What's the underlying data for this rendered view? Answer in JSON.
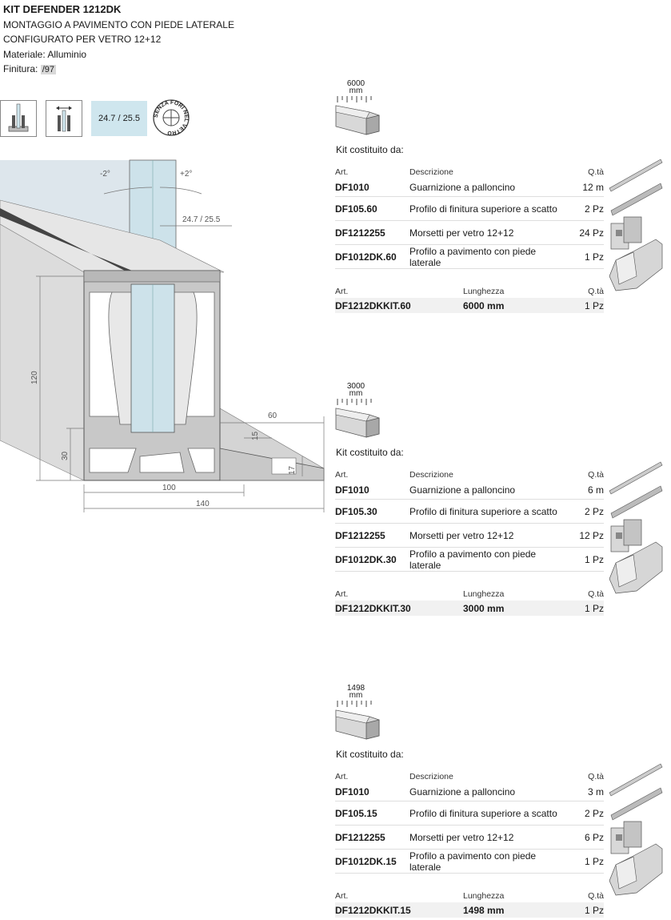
{
  "header": {
    "title": "KIT DEFENDER 1212DK",
    "line1": "MONTAGGIO A PAVIMENTO CON PIEDE LATERALE",
    "line2": "CONFIGURATO PER VETRO 12+12",
    "material": "Materiale: Alluminio",
    "finish_label": "Finitura:",
    "finish_code": "/97"
  },
  "icons": {
    "range_tag": "24.7 / 25.5",
    "badge_text": "SENZA FORI NEL VETRO"
  },
  "drawing": {
    "angle_left": "-2°",
    "angle_right": "+2°",
    "gap": "24.7 / 25.5",
    "h120": "120",
    "h30": "30",
    "d60": "60",
    "d15": "15",
    "d17": "17",
    "w100": "100",
    "w140": "140"
  },
  "kits": [
    {
      "length_label": "6000",
      "unit": "mm",
      "kit_label": "Kit costituito da:",
      "headers": {
        "art": "Art.",
        "desc": "Descrizione",
        "qty": "Q.tà"
      },
      "items": [
        {
          "art": "DF1010",
          "desc": "Guarnizione a palloncino",
          "qty": "12 m"
        },
        {
          "art": "DF105.60",
          "desc": "Profilo di finitura superiore a scatto",
          "qty": "2 Pz"
        },
        {
          "art": "DF1212255",
          "desc": "Morsetti per vetro 12+12",
          "qty": "24 Pz"
        },
        {
          "art": "DF1012DK.60",
          "desc": "Profilo a pavimento con piede laterale",
          "qty": "1 Pz"
        }
      ],
      "sum_headers": {
        "art": "Art.",
        "len": "Lunghezza",
        "qty": "Q.tà"
      },
      "summary": {
        "art": "DF1212DKKIT.60",
        "len": "6000 mm",
        "qty": "1 Pz"
      }
    },
    {
      "length_label": "3000",
      "unit": "mm",
      "kit_label": "Kit costituito da:",
      "headers": {
        "art": "Art.",
        "desc": "Descrizione",
        "qty": "Q.tà"
      },
      "items": [
        {
          "art": "DF1010",
          "desc": "Guarnizione a palloncino",
          "qty": "6 m"
        },
        {
          "art": "DF105.30",
          "desc": "Profilo di finitura superiore a scatto",
          "qty": "2 Pz"
        },
        {
          "art": "DF1212255",
          "desc": "Morsetti per vetro 12+12",
          "qty": "12 Pz"
        },
        {
          "art": "DF1012DK.30",
          "desc": "Profilo a pavimento con piede laterale",
          "qty": "1 Pz"
        }
      ],
      "sum_headers": {
        "art": "Art.",
        "len": "Lunghezza",
        "qty": "Q.tà"
      },
      "summary": {
        "art": "DF1212DKKIT.30",
        "len": "3000 mm",
        "qty": "1 Pz"
      }
    },
    {
      "length_label": "1498",
      "unit": "mm",
      "kit_label": "Kit costituito da:",
      "headers": {
        "art": "Art.",
        "desc": "Descrizione",
        "qty": "Q.tà"
      },
      "items": [
        {
          "art": "DF1010",
          "desc": "Guarnizione a palloncino",
          "qty": "3 m"
        },
        {
          "art": "DF105.15",
          "desc": "Profilo di finitura superiore a scatto",
          "qty": "2 Pz"
        },
        {
          "art": "DF1212255",
          "desc": "Morsetti per vetro 12+12",
          "qty": "6 Pz"
        },
        {
          "art": "DF1012DK.15",
          "desc": "Profilo a pavimento con piede laterale",
          "qty": "1 Pz"
        }
      ],
      "sum_headers": {
        "art": "Art.",
        "len": "Lunghezza",
        "qty": "Q.tà"
      },
      "summary": {
        "art": "DF1212DKKIT.15",
        "len": "1498 mm",
        "qty": "1 Pz"
      }
    }
  ]
}
